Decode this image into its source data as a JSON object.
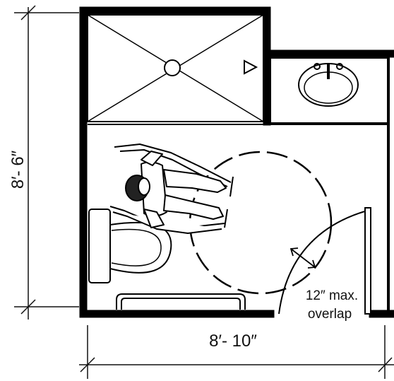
{
  "dimensions": {
    "height": "8′- 6″",
    "width": "8′- 10″"
  },
  "annotation": {
    "line1": "12″ max.",
    "line2": "overlap"
  },
  "fixtures": [
    "shower-icon",
    "lavatory-icon",
    "water-closet-icon",
    "wheelchair-user-icon",
    "grab-bar-icon",
    "door-swing-icon"
  ]
}
